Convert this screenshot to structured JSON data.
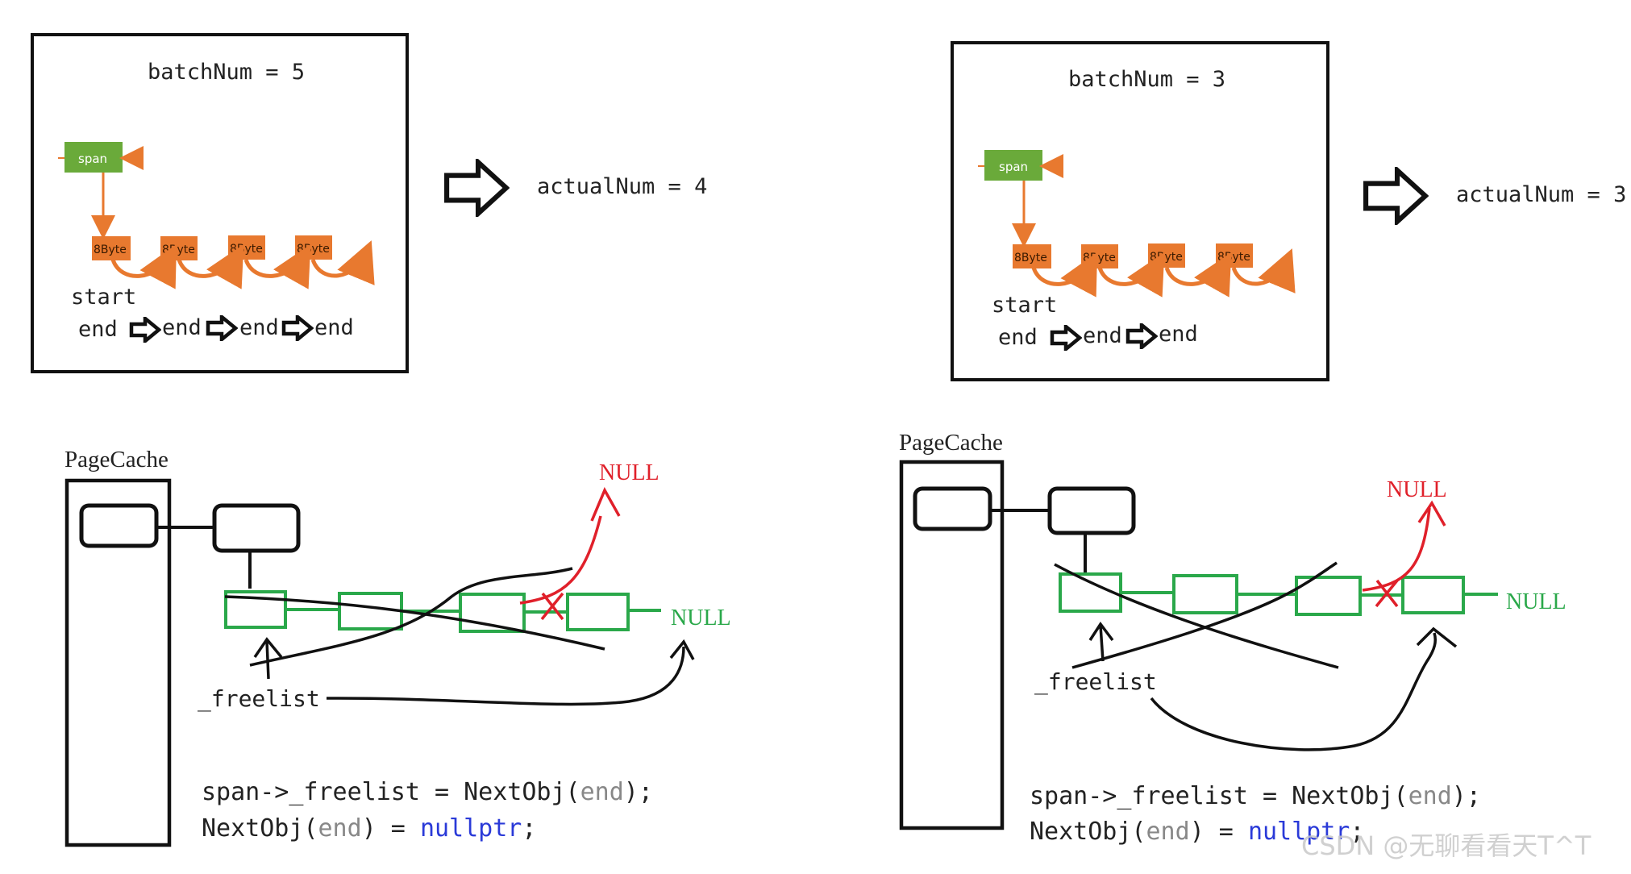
{
  "left": {
    "batch_label": "batchNum = 5",
    "actual_label": "actualNum = 4",
    "span_label": "span",
    "block_labels": [
      "8Byte",
      "8Byte",
      "8Byte",
      "8Byte"
    ],
    "start_label": "start",
    "end_labels": [
      "end",
      "end",
      "end",
      "end"
    ],
    "pagecache_label": "PageCache",
    "null_red": "NULL",
    "null_green": "NULL",
    "freelist_label": "_freelist",
    "code": {
      "l1_a": "span->_freelist = NextObj(",
      "l1_b": "end",
      "l1_c": ");",
      "l2_a": "NextObj(",
      "l2_b": "end",
      "l2_c": ") = ",
      "l2_d": "nullptr",
      "l2_e": ";"
    }
  },
  "right": {
    "batch_label": "batchNum = 3",
    "actual_label": "actualNum = 3",
    "span_label": "span",
    "block_labels": [
      "8Byte",
      "8Byte",
      "8Byte",
      "8Byte"
    ],
    "start_label": "start",
    "end_labels": [
      "end",
      "end",
      "end"
    ],
    "pagecache_label": "PageCache",
    "null_red": "NULL",
    "null_green": "NULL",
    "freelist_label": "_freelist",
    "code": {
      "l1_a": "span->_freelist = NextObj(",
      "l1_b": "end",
      "l1_c": ");",
      "l2_a": "NextObj(",
      "l2_b": "end",
      "l2_c": ") = ",
      "l2_d": "nullptr",
      "l2_e": ";"
    }
  },
  "watermark": "CSDN @无聊看看天T^T",
  "colors": {
    "span_green": "#6aaa3a",
    "block_orange": "#e8792f",
    "list_green": "#2aa84a",
    "null_red": "#e0202a",
    "code_gray": "#888888",
    "code_blue": "#2a3ad8",
    "ink": "#111111"
  }
}
